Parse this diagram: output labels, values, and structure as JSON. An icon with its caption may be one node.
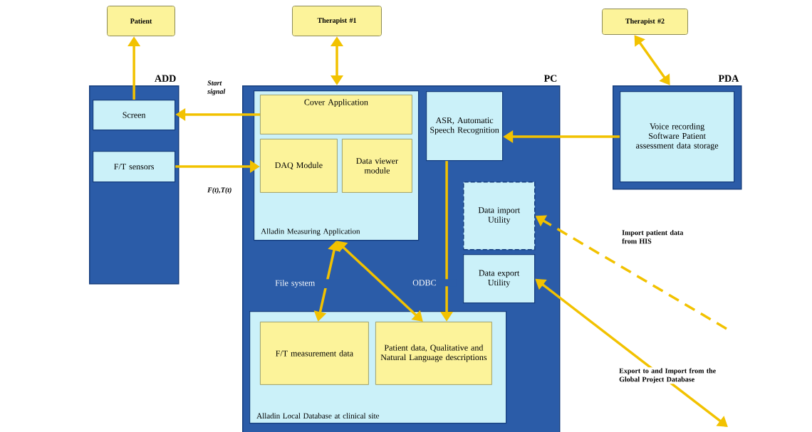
{
  "diagram": {
    "nodes": [
      {
        "text": [
          "Patient"
        ]
      },
      {
        "text": [
          "Therapist #1"
        ]
      },
      {
        "text": [
          "Therapist #2"
        ]
      },
      {
        "text": [
          "ADD"
        ]
      },
      {
        "text": [
          "Screen"
        ],
        "in": 3
      },
      {
        "text": [
          "F/T sensors"
        ],
        "in": 3
      },
      {
        "text": [
          "PC"
        ]
      },
      {
        "text": [
          "Alladin Measuring Application"
        ],
        "in": 6
      },
      {
        "text": [
          "Cover Application"
        ],
        "in": 7
      },
      {
        "text": [
          "DAQ Module"
        ],
        "in": 7
      },
      {
        "text": [
          "Data viewer module"
        ],
        "in": 7
      },
      {
        "text": [
          "ASR, Automatic Speech Recognition"
        ],
        "in": 6
      },
      {
        "text": [
          "Data import Utility"
        ],
        "in": 6
      },
      {
        "text": [
          "Data export Utility"
        ],
        "in": 6
      },
      {
        "text": [
          "Alladin Local Database at clinical site"
        ],
        "in": 6
      },
      {
        "text": [
          "F/T measurement data"
        ],
        "in": 14
      },
      {
        "text": [
          "Patient data, Qualitative and Natural Language descriptions"
        ],
        "in": 14
      },
      {
        "text": [
          "PDA"
        ]
      },
      {
        "text": [
          "Voice recording Software Patient assessment data storage"
        ],
        "in": 17
      }
    ],
    "edges": [
      {
        "from": 4,
        "to": 0,
        "arrow": "to"
      },
      {
        "from": 1,
        "to": 6,
        "arrow": "both"
      },
      {
        "from": 2,
        "to": 17,
        "arrow": "both"
      },
      {
        "from": 8,
        "to": 4,
        "arrow": "to",
        "label": "Start signal"
      },
      {
        "from": 5,
        "to": 9,
        "arrow": "to",
        "label": "F(t),T(t)"
      },
      {
        "from": 18,
        "to": 11,
        "arrow": "to"
      },
      {
        "from": 11,
        "to": 16,
        "arrow": "to"
      },
      {
        "from": 7,
        "to": 15,
        "arrow": "both",
        "label": "File system"
      },
      {
        "from": 7,
        "to": 16,
        "arrow": "both",
        "label": "ODBC"
      },
      {
        "from": null,
        "to": 12,
        "arrow": "to",
        "style": "dashed",
        "label": "Import patient data from HIS"
      },
      {
        "from": null,
        "to": 13,
        "arrow": "both",
        "label": "Export to and Import from the Global Project Database"
      }
    ]
  }
}
